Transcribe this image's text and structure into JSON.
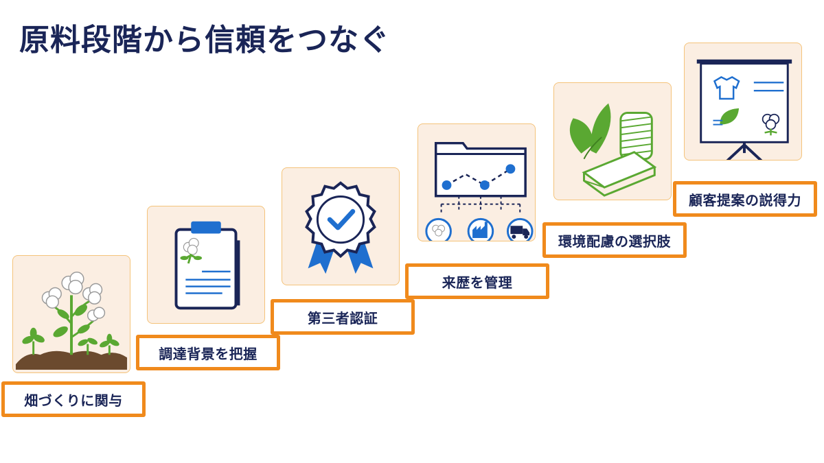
{
  "title": "原料段階から信頼をつなぐ",
  "steps": [
    {
      "label": "畑づくりに関与",
      "icon": "cotton-plants-soil-icon"
    },
    {
      "label": "調達背景を把握",
      "icon": "clipboard-cotton-icon"
    },
    {
      "label": "第三者認証",
      "icon": "certification-badge-icon"
    },
    {
      "label": "来歴を管理",
      "icon": "traceability-folder-icon"
    },
    {
      "label": "環境配慮の選択肢",
      "icon": "leaf-fabric-yarn-icon"
    },
    {
      "label": "顧客提案の説得力",
      "icon": "presentation-board-icon"
    }
  ],
  "colors": {
    "navy": "#1a2557",
    "orange": "#f08a1c",
    "card_bg": "#fbeee2",
    "green": "#5aa832",
    "blue": "#1f6fcf"
  }
}
